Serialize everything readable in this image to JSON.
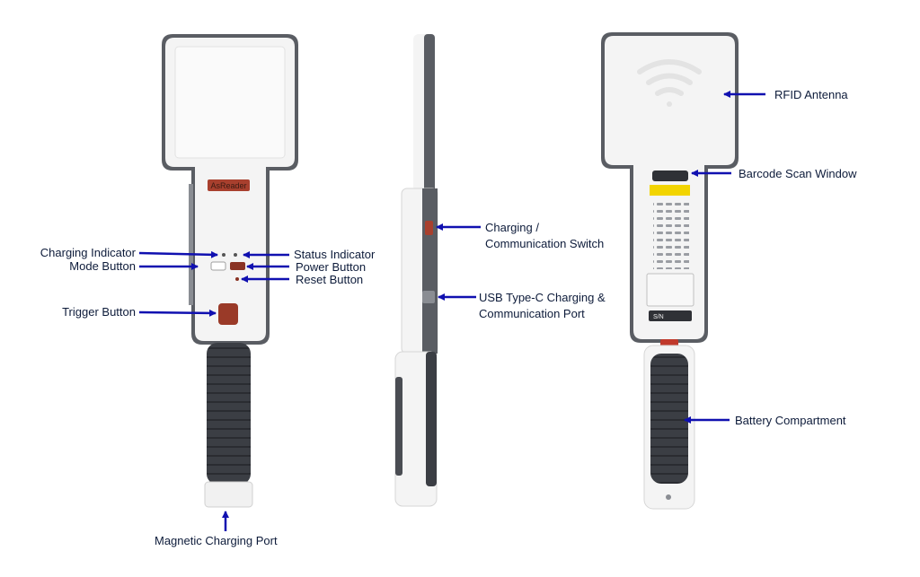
{
  "brand_text": "AsReader",
  "serial_label": "S/N",
  "colors": {
    "arrow": "#1010b0",
    "label": "#0d1b3a",
    "body": "#f4f4f4",
    "rim": "#5a5d63",
    "grip": "#3b3e44",
    "accent": "#a8402e"
  },
  "labels": {
    "charging_indicator": "Charging Indicator",
    "mode_button": "Mode Button",
    "trigger_button": "Trigger Button",
    "status_indicator": "Status Indicator",
    "power_button": "Power Button",
    "reset_button": "Reset Button",
    "magnetic_charging_port": "Magnetic Charging Port",
    "switch_line1": "Charging /",
    "switch_line2": "Communication Switch",
    "usb_line1": "USB Type-C Charging &",
    "usb_line2": "Communication Port",
    "rfid_antenna": "RFID Antenna",
    "barcode_window": "Barcode Scan Window",
    "battery_compartment": "Battery Compartment"
  }
}
